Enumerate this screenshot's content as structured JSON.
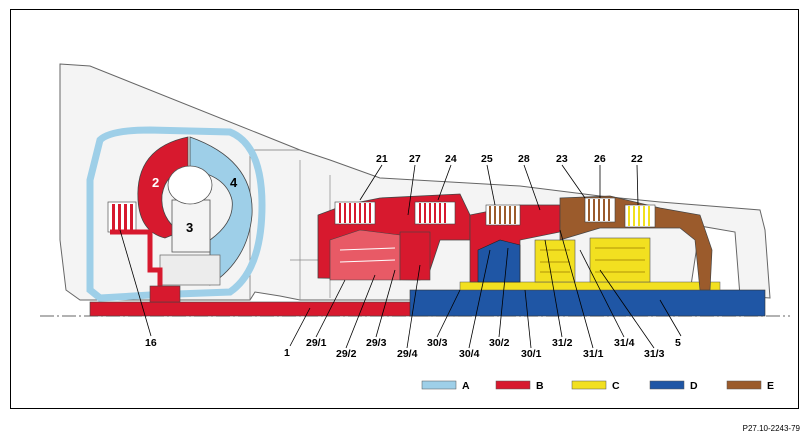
{
  "reference": "P27.10-2243-79",
  "colors": {
    "A": "#9ecfe8",
    "B": "#d7192e",
    "C": "#f2e020",
    "D": "#1f56a5",
    "E": "#9b5b2c",
    "housing": "#f2f2f2",
    "outline": "#555555"
  },
  "component_labels": {
    "n2": "2",
    "n3": "3",
    "n4": "4",
    "n21": "21",
    "n27": "27",
    "n24": "24",
    "n25": "25",
    "n28": "28",
    "n23": "23",
    "n26": "26",
    "n22": "22",
    "n16": "16",
    "n1": "1",
    "n29_1": "29/1",
    "n29_2": "29/2",
    "n29_3": "29/3",
    "n29_4": "29/4",
    "n30_3": "30/3",
    "n30_4": "30/4",
    "n30_2": "30/2",
    "n30_1": "30/1",
    "n31_2": "31/2",
    "n31_1": "31/1",
    "n31_4": "31/4",
    "n31_3": "31/3",
    "n5": "5"
  },
  "legend": [
    {
      "key": "A",
      "label": "A"
    },
    {
      "key": "B",
      "label": "B"
    },
    {
      "key": "C",
      "label": "C"
    },
    {
      "key": "D",
      "label": "D"
    },
    {
      "key": "E",
      "label": "E"
    }
  ]
}
